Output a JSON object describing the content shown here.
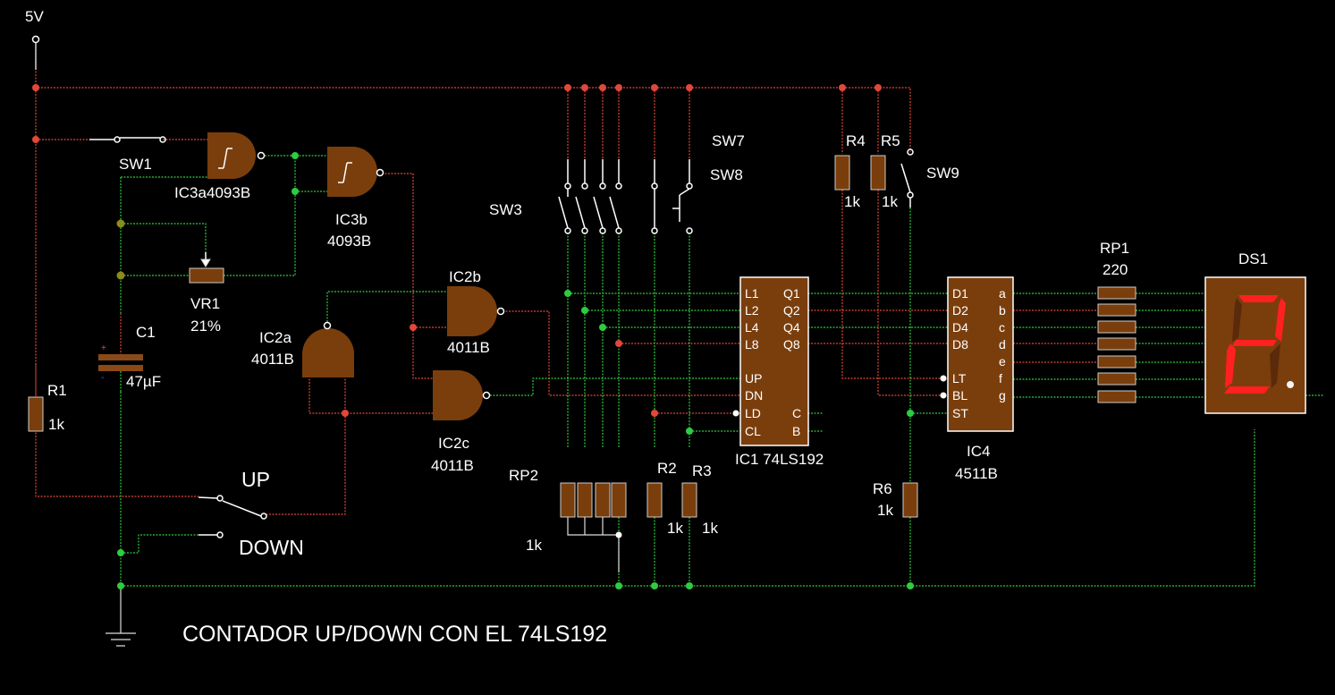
{
  "title": "CONTADOR UP/DOWN CON EL 74LS192",
  "supply": "5V",
  "colors": {
    "high": "#e0483a",
    "low": "#2ecc40",
    "body": "#7a3e0c",
    "pin": "#ffffff",
    "segment": "#ff2020"
  },
  "components": {
    "sw1": "SW1",
    "sw3": "SW3",
    "sw7": "SW7",
    "sw8": "SW8",
    "sw9": "SW9",
    "ic3a": "IC3a",
    "ic3a_type": "4093B",
    "ic3b": "IC3b",
    "ic3b_type": "4093B",
    "vr1": "VR1",
    "vr1_value": "21%",
    "c1": "C1",
    "c1_value": "47µF",
    "r1": "R1",
    "r1_value": "1k",
    "ic2a": "IC2a",
    "ic2a_type": "4011B",
    "ic2b": "IC2b",
    "ic2b_type": "4011B",
    "ic2c": "IC2c",
    "ic2c_type": "4011B",
    "up": "UP",
    "down": "DOWN",
    "rp2": "RP2",
    "rp2_value": "1k",
    "r2": "R2",
    "r2_value": "1k",
    "r3": "R3",
    "r3_value": "1k",
    "ic1": "IC1 74LS192",
    "r4": "R4",
    "r4_value": "1k",
    "r5": "R5",
    "r5_value": "1k",
    "r6": "R6",
    "r6_value": "1k",
    "ic4": "IC4",
    "ic4_type": "4511B",
    "rp1": "RP1",
    "rp1_value": "220",
    "ds1": "DS1"
  },
  "ic1_pins": {
    "left": [
      "L1",
      "L2",
      "L4",
      "L8",
      "UP",
      "DN",
      "LD",
      "CL"
    ],
    "right": [
      "Q1",
      "Q2",
      "Q4",
      "Q8",
      "C",
      "B"
    ]
  },
  "ic4_pins": {
    "left": [
      "D1",
      "D2",
      "D4",
      "D8",
      "LT",
      "BL",
      "ST"
    ],
    "right": [
      "a",
      "b",
      "c",
      "d",
      "e",
      "f",
      "g"
    ]
  },
  "display_digit": "2"
}
